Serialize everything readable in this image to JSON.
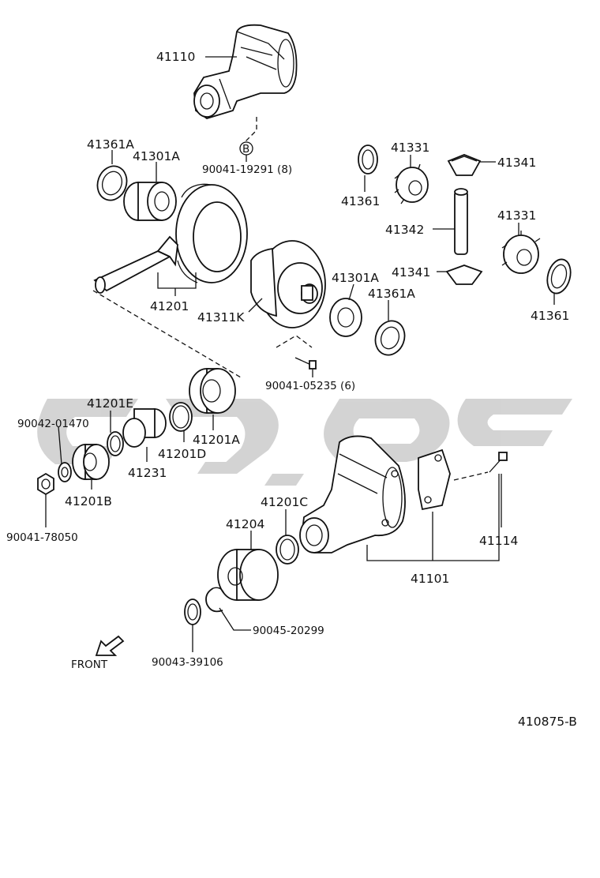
{
  "labels": {
    "p41110": "41110",
    "p41361A_top": "41361A",
    "p41301A_top": "41301A",
    "ref_b": "B",
    "p90041_19291": "90041-19291 (8)",
    "p41361_top": "41361",
    "p41331_top": "41331",
    "p41341_top": "41341",
    "p41342": "41342",
    "p41331_right": "41331",
    "p41341_mid": "41341",
    "p41361_right": "41361",
    "p41201": "41201",
    "p41311K": "41311K",
    "p41301A_mid": "41301A",
    "p41361A_mid": "41361A",
    "p90041_05235": "90041-05235 (6)",
    "p41201E": "41201E",
    "p90042_01470": "90042-01470",
    "p41201A": "41201A",
    "p41201D": "41201D",
    "p41231": "41231",
    "p41201B": "41201B",
    "p90041_78050": "90041-78050",
    "p41201C": "41201C",
    "p41204": "41204",
    "p41114": "41114",
    "p41101": "41101",
    "p90045_20299": "90045-20299",
    "p90043_39106": "90043-39106",
    "front": "FRONT",
    "drawing_no": "410875-B"
  },
  "icons": {
    "front_arrow": "front-arrow-icon",
    "watermark": "watermark-logo"
  },
  "colors": {
    "line": "#111111",
    "background": "#ffffff",
    "watermark": "#d0d0d0"
  }
}
